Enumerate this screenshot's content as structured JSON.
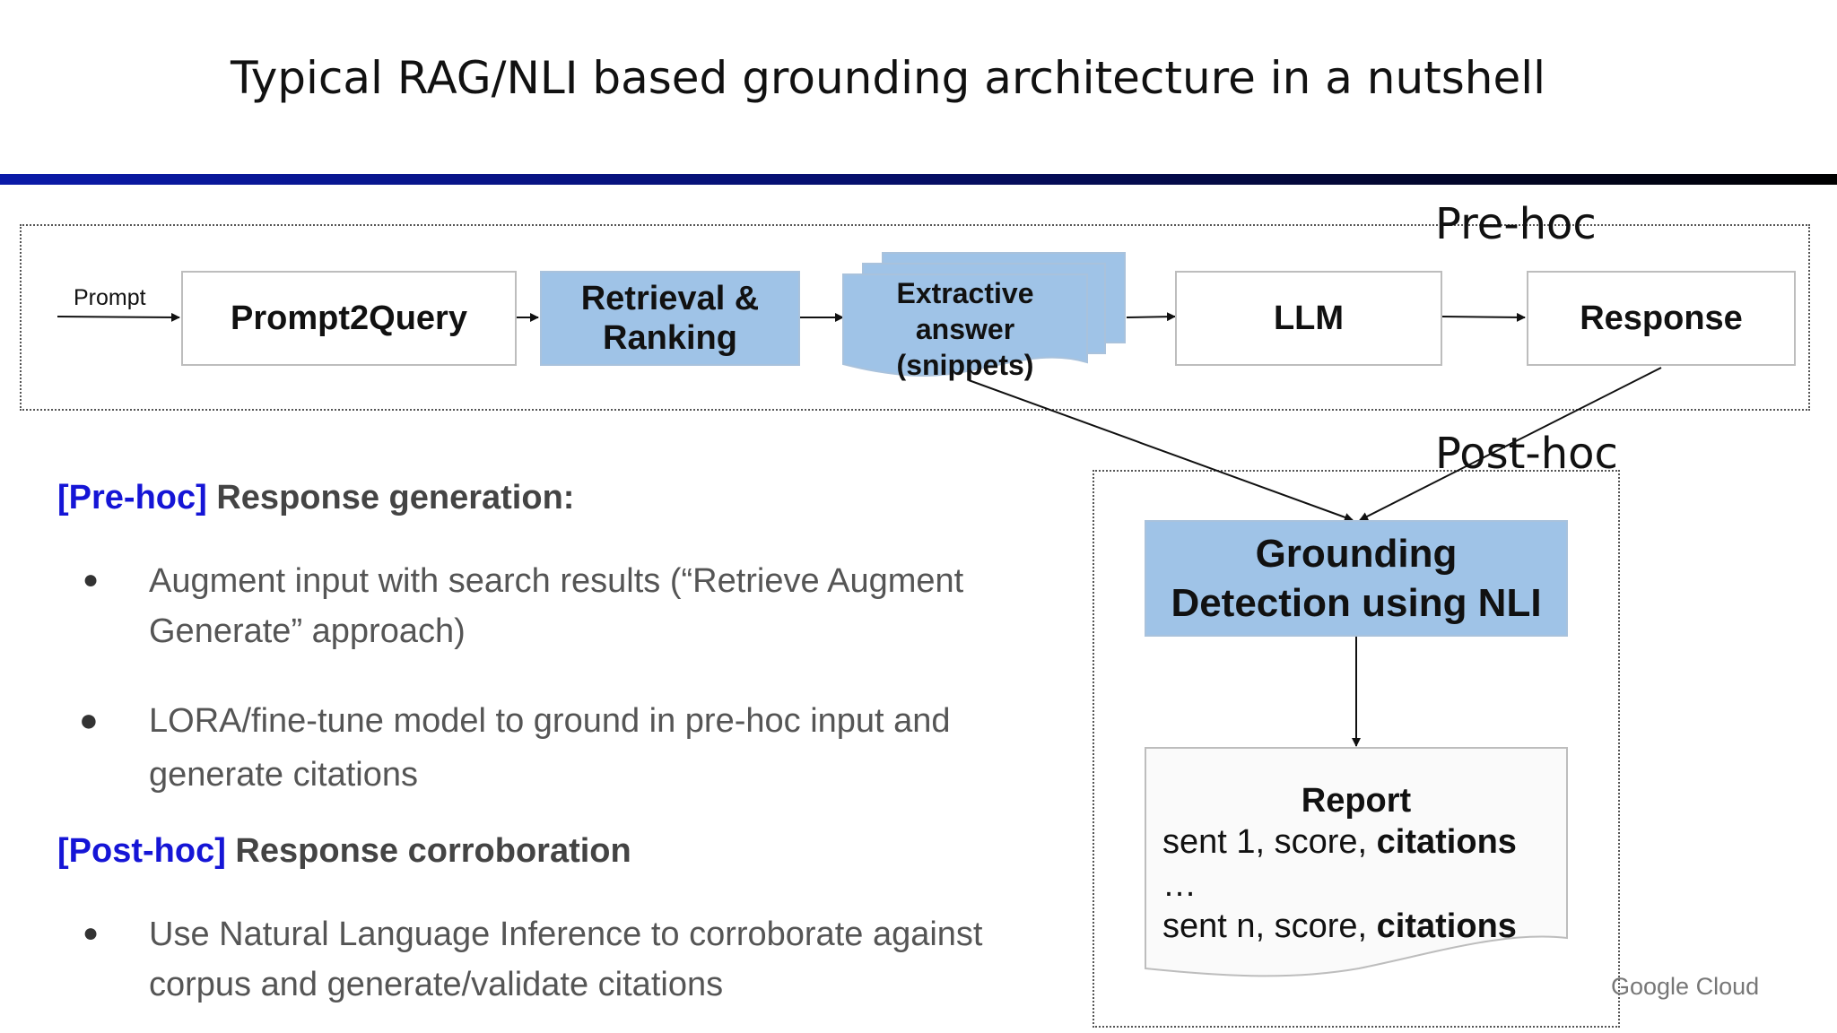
{
  "slide": {
    "title": "Typical RAG/NLI based grounding architecture in a nutshell"
  },
  "regions": {
    "prehoc_label": "Pre-hoc",
    "posthoc_label": "Post-hoc"
  },
  "pipeline": {
    "prompt_label": "Prompt",
    "prompt2query": "Prompt2Query",
    "retrieval_line1": "Retrieval &",
    "retrieval_line2": "Ranking",
    "extractive_line1": "Extractive",
    "extractive_line2": "answer",
    "extractive_line3": "(snippets)",
    "llm": "LLM",
    "response": "Response"
  },
  "grounding": {
    "line1": "Grounding",
    "line2": "Detection using NLI"
  },
  "report": {
    "title": "Report",
    "line1_text": "sent 1, score, ",
    "line1_bold": "citations",
    "ellipsis": "…",
    "linen_text": "sent n, score, ",
    "linen_bold": "citations"
  },
  "text": {
    "prehoc_tag": "[Pre-hoc]",
    "prehoc_heading": " Response generation:",
    "bullet1_line1": "Augment input with search results (“Retrieve Augment",
    "bullet1_line2": "Generate” approach)",
    "bullet2_line1": "LORA/fine-tune model to ground in pre-hoc input and",
    "bullet2_line2": "generate citations",
    "posthoc_tag": "[Post-hoc]",
    "posthoc_heading": " Response corroboration",
    "bullet3_line1": "Use Natural Language Inference to corroborate against",
    "bullet3_line2": "corpus and generate/validate citations",
    "bullet_glyph": "●"
  },
  "footer": {
    "brand": "Google Cloud"
  },
  "colors": {
    "accent_blue_text": "#1515d6",
    "box_fill": "#9fc3e7"
  }
}
